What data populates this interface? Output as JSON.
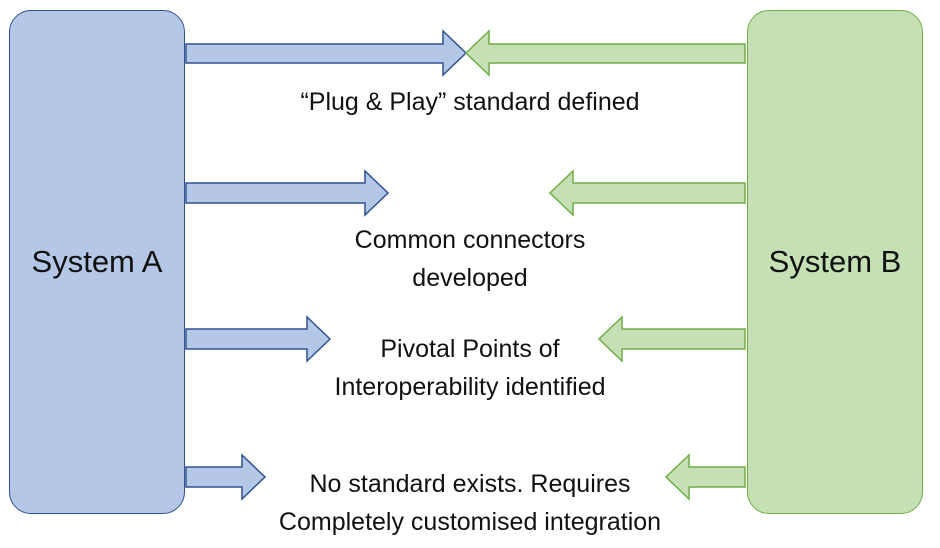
{
  "systems": {
    "a": {
      "label": "System A",
      "color": "#b4c7e7",
      "border": "#2f528f"
    },
    "b": {
      "label": "System B",
      "color": "#c5e0b4",
      "border": "#70ad47"
    }
  },
  "levels": [
    {
      "lines": [
        "“Plug & Play” standard defined"
      ]
    },
    {
      "lines": [
        "Common connectors",
        "developed"
      ]
    },
    {
      "lines": [
        "Pivotal Points of",
        "Interoperability identified"
      ]
    },
    {
      "lines": [
        "No standard exists. Requires",
        "Completely customised integration"
      ]
    }
  ]
}
